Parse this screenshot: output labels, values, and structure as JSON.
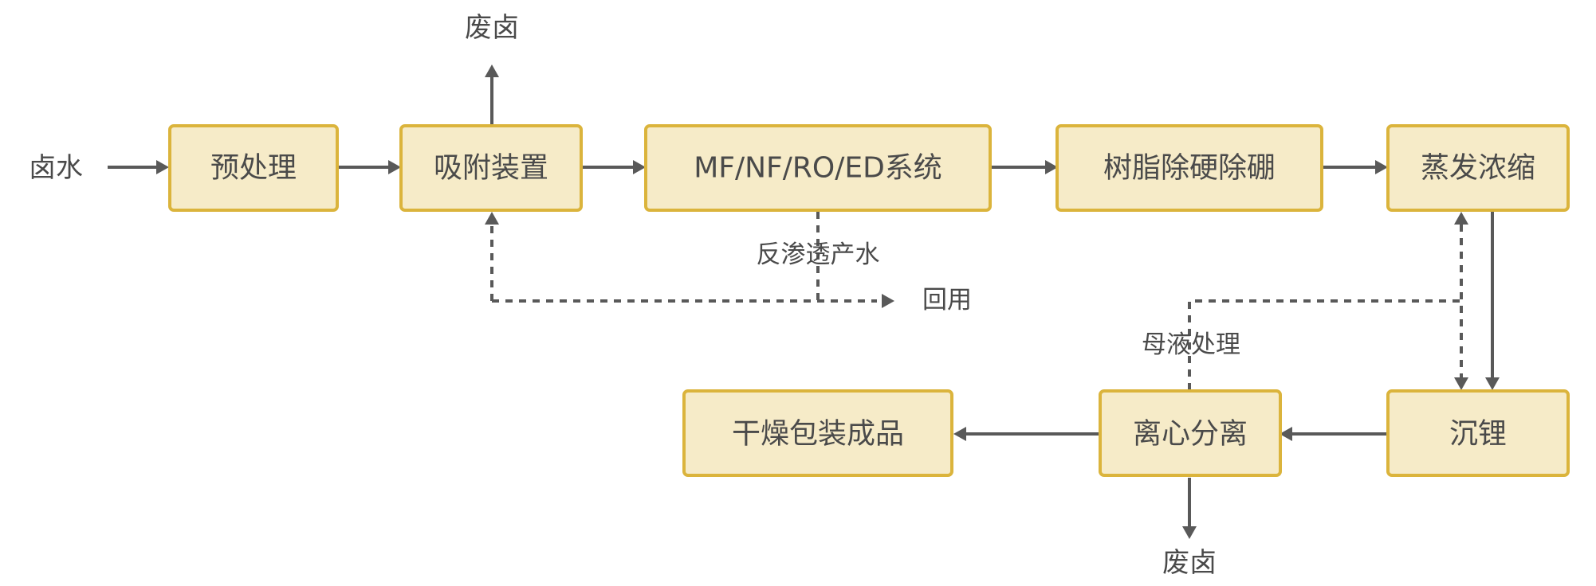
{
  "nodes": {
    "pretreatment": "预处理",
    "adsorption": "吸附装置",
    "membrane": "MF/NF/RO/ED系统",
    "resin": "树脂除硬除硼",
    "evaporation": "蒸发浓缩",
    "lithium_precip": "沉锂",
    "centrifuge": "离心分离",
    "drying": "干燥包装成品"
  },
  "labels": {
    "brine_input": "卤水",
    "waste_brine_top": "废卤",
    "ro_water": "反渗透产水",
    "reuse": "回用",
    "mother_liquor": "母液处理",
    "waste_brine_bottom": "废卤"
  },
  "colors": {
    "box_fill": "#f6ebc8",
    "box_border": "#dbb43c",
    "arrow": "#595959",
    "text": "#4a4a4a"
  }
}
